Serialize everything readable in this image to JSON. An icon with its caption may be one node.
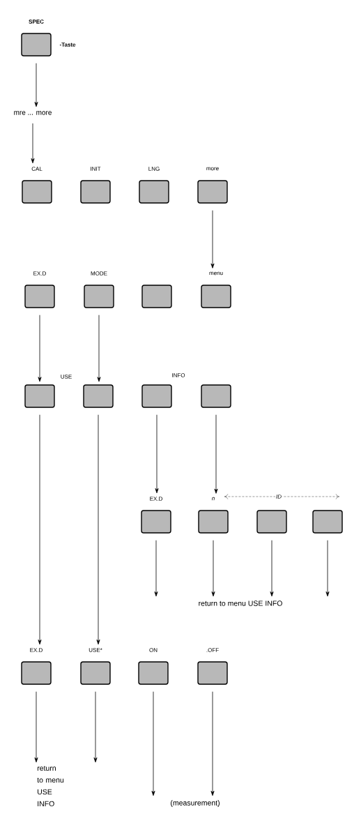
{
  "diagram": {
    "nodes": [
      {
        "text": [
          "SPEC"
        ],
        "beside": [
          "-Taste"
        ]
      },
      {
        "text": [
          "mre ... more"
        ]
      },
      {
        "text": [
          "CAL"
        ]
      },
      {
        "text": [
          "INIT"
        ]
      },
      {
        "text": [
          "LNG"
        ]
      },
      {
        "text": [
          "more"
        ]
      },
      {
        "text": [
          "EX.D"
        ]
      },
      {
        "text": [
          "MODE"
        ]
      },
      {
        "text": [],
        "shape": "box"
      },
      {
        "text": [
          "menu"
        ]
      },
      {
        "text": [],
        "shape": "box"
      },
      {
        "text": [],
        "shape": "box"
      },
      {
        "text": [],
        "shape": "box"
      },
      {
        "text": [],
        "shape": "box"
      },
      {
        "text": [
          "EX.D"
        ]
      },
      {
        "text": [
          "n"
        ]
      },
      {
        "text": [],
        "shape": "box"
      },
      {
        "text": [],
        "shape": "box"
      },
      {
        "text": [
          "return to menu USE INFO"
        ]
      },
      {
        "text": [
          "EX.D"
        ]
      },
      {
        "text": [
          "USE*"
        ]
      },
      {
        "text": [
          "ON"
        ]
      },
      {
        "text": [
          ".OFF"
        ]
      },
      {
        "text": [
          "return to menu USE INFO"
        ]
      },
      {
        "text": [
          "(measurement)"
        ]
      }
    ],
    "edges": [
      {
        "from": 0,
        "to": 1,
        "arrow": "to"
      },
      {
        "from": 1,
        "to": 2,
        "arrow": "to"
      },
      {
        "from": 5,
        "to": 9,
        "arrow": "to"
      },
      {
        "from": 6,
        "to": 10,
        "arrow": "to"
      },
      {
        "from": 7,
        "to": 11,
        "arrow": "to"
      },
      {
        "from": 10,
        "to": 19,
        "arrow": "to"
      },
      {
        "from": 11,
        "to": 20,
        "arrow": "to"
      },
      {
        "from": 12,
        "to": 14,
        "arrow": "to"
      },
      {
        "from": 13,
        "to": 15,
        "arrow": "to"
      },
      {
        "from": 14,
        "to": 18,
        "arrow": "to"
      },
      {
        "from": 15,
        "to": 18,
        "arrow": "to"
      },
      {
        "from": 16,
        "to": 18,
        "arrow": "to"
      },
      {
        "from": 17,
        "to": 18,
        "arrow": "to"
      },
      {
        "from": 19,
        "to": 23,
        "arrow": "to"
      },
      {
        "from": 20,
        "to": 23,
        "arrow": "to"
      },
      {
        "from": 21,
        "to": 24,
        "arrow": "to"
      },
      {
        "from": 22,
        "to": 24,
        "arrow": "to"
      }
    ],
    "labels": [
      "USE",
      "INFO",
      "ID"
    ]
  }
}
